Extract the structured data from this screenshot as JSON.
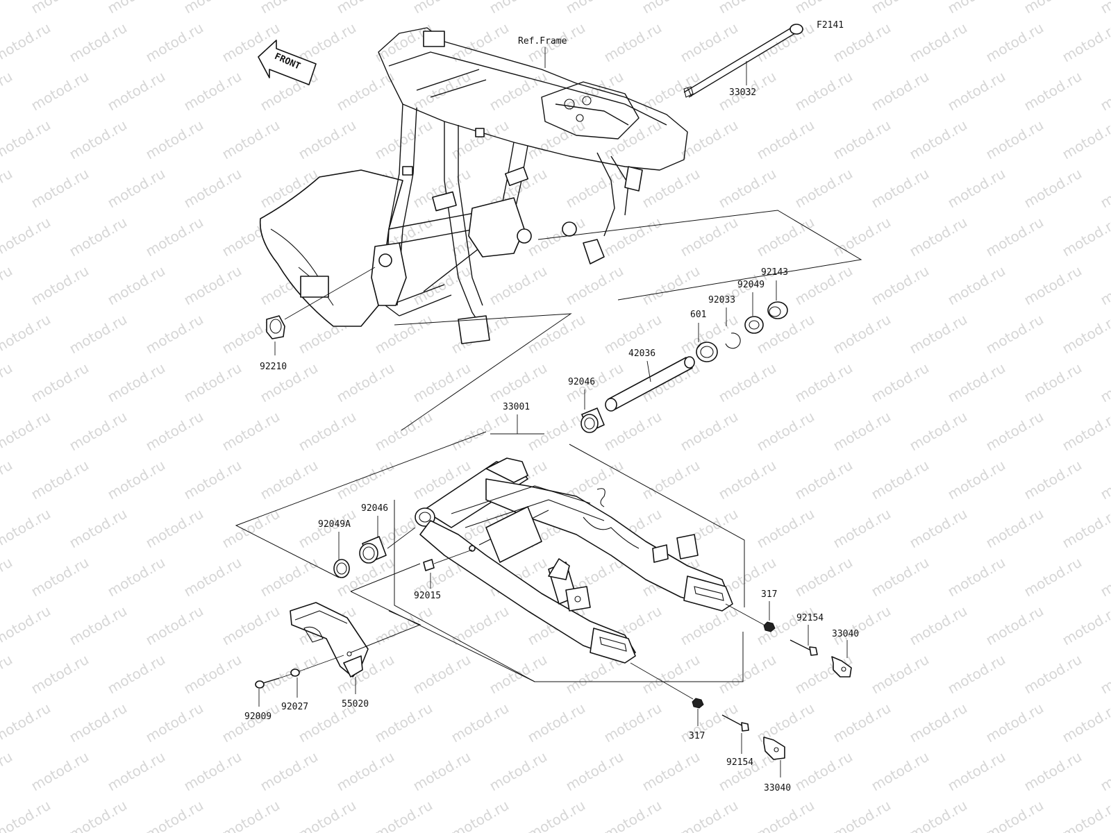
{
  "diagram": {
    "figure_code": "F2141",
    "front_arrow_label": "FRONT",
    "frame_reference_label": "Ref.Frame",
    "watermark_text": "motod.ru",
    "colors": {
      "ink": "#111111",
      "watermark": "#d6d6d6",
      "background": "#ffffff"
    },
    "part_labels": {
      "p33032": "33032",
      "p92143": "92143",
      "p92049": "92049",
      "p92033": "92033",
      "p601": "601",
      "p42036": "42036",
      "p92046_top": "92046",
      "p33001": "33001",
      "p92210": "92210",
      "p92046_left": "92046",
      "p92049A": "92049A",
      "p92015": "92015",
      "p317_right": "317",
      "p92154_right": "92154",
      "p33040_right": "33040",
      "p55020": "55020",
      "p92027": "92027",
      "p92009": "92009",
      "p317_bottom": "317",
      "p92154_bottom": "92154",
      "p33040_bottom": "33040"
    }
  }
}
